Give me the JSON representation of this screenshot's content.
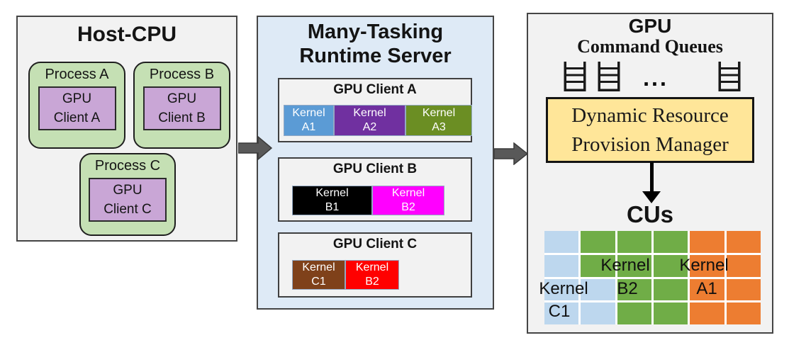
{
  "host_cpu": {
    "title": "Host-CPU",
    "colors": {
      "panel_bg": "#F2F2F2",
      "process_bg": "#C5E0B4",
      "client_bg": "#C9A6D6"
    },
    "processes": [
      {
        "label": "Process A",
        "client": "GPU\nClient A"
      },
      {
        "label": "Process B",
        "client": "GPU\nClient B"
      },
      {
        "label": "Process C",
        "client": "GPU\nClient C"
      }
    ]
  },
  "runtime_server": {
    "title": "Many-Tasking\nRuntime Server",
    "panel_bg": "#DEEAF6",
    "client_bg": "#F2F2F2",
    "clients": [
      {
        "title": "GPU Client A",
        "kernels": [
          {
            "label": "Kernel\nA1",
            "color": "#5B9BD5"
          },
          {
            "label": "Kernel\nA2",
            "color": "#7030A0"
          },
          {
            "label": "Kernel\nA3",
            "color": "#6B8E23"
          }
        ]
      },
      {
        "title": "GPU Client B",
        "kernels": [
          {
            "label": "Kernel\nB1",
            "color": "#000000"
          },
          {
            "label": "Kernel\nB2",
            "color": "#FF00FF"
          }
        ]
      },
      {
        "title": "GPU Client C",
        "kernels": [
          {
            "label": "Kernel\nC1",
            "color": "#7F411A"
          },
          {
            "label": "Kernel\nB2",
            "color": "#FF0000"
          }
        ]
      }
    ]
  },
  "gpu": {
    "title": "GPU",
    "subtitle": "Command Queues",
    "ellipsis": "...",
    "panel_bg": "#F2F2F2",
    "manager": "Dynamic Resource\nProvision Manager",
    "manager_bg": "#FFE699",
    "cus_label": "CUs",
    "cu_grid": {
      "cols": 6,
      "rows": 4,
      "colors": {
        "blue": "#BDD7EE",
        "green": "#70AD47",
        "orange": "#ED7D31"
      },
      "cells": [
        [
          "blue",
          "green",
          "green",
          "green",
          "orange",
          "orange"
        ],
        [
          "blue",
          "green",
          "green",
          "green",
          "orange",
          "orange"
        ],
        [
          "blue",
          "blue",
          "green",
          "green",
          "orange",
          "orange"
        ],
        [
          "blue",
          "blue",
          "green",
          "green",
          "orange",
          "orange"
        ]
      ],
      "labels": {
        "green": {
          "line1": "Kernel",
          "line2": "B2"
        },
        "blue": {
          "line1": "Kernel",
          "line2": "C1"
        },
        "orange": {
          "line1": "Kernel",
          "line2": "A1"
        }
      }
    }
  }
}
